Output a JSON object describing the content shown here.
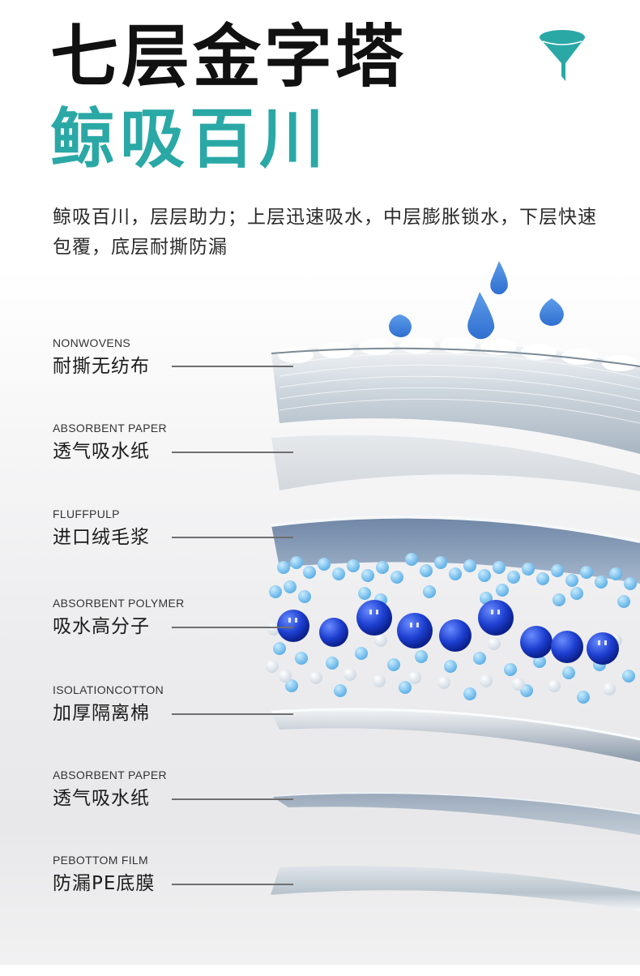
{
  "header": {
    "title": "七层金字塔",
    "subtitle": "鲸吸百川",
    "icon": "funnel-icon",
    "accent_color": "#2aa8a6",
    "title_color": "#111111"
  },
  "description": "鲸吸百川，层层助力；上层迅速吸水，中层膨胀锁水，下层快速包覆，底层耐撕防漏",
  "layers": [
    {
      "en": "NONWOVENS",
      "cn": "耐撕无纺布"
    },
    {
      "en": "ABSORBENT PAPER",
      "cn": "透气吸水纸"
    },
    {
      "en": "FLUFFPULP",
      "cn": "进口绒毛浆"
    },
    {
      "en": "ABSORBENT POLYMER",
      "cn": "吸水高分子"
    },
    {
      "en": "ISOLATIONCOTTON",
      "cn": "加厚隔离棉"
    },
    {
      "en": "ABSORBENT PAPER",
      "cn": "透气吸水纸"
    },
    {
      "en": "PEBOTTOM FILM",
      "cn": "防漏PE底膜"
    }
  ],
  "illustration": {
    "water_drop_color": "#4a90e2",
    "polymer_bead_color": "#1d3fd0",
    "particle_color": "#7cc4ee"
  }
}
